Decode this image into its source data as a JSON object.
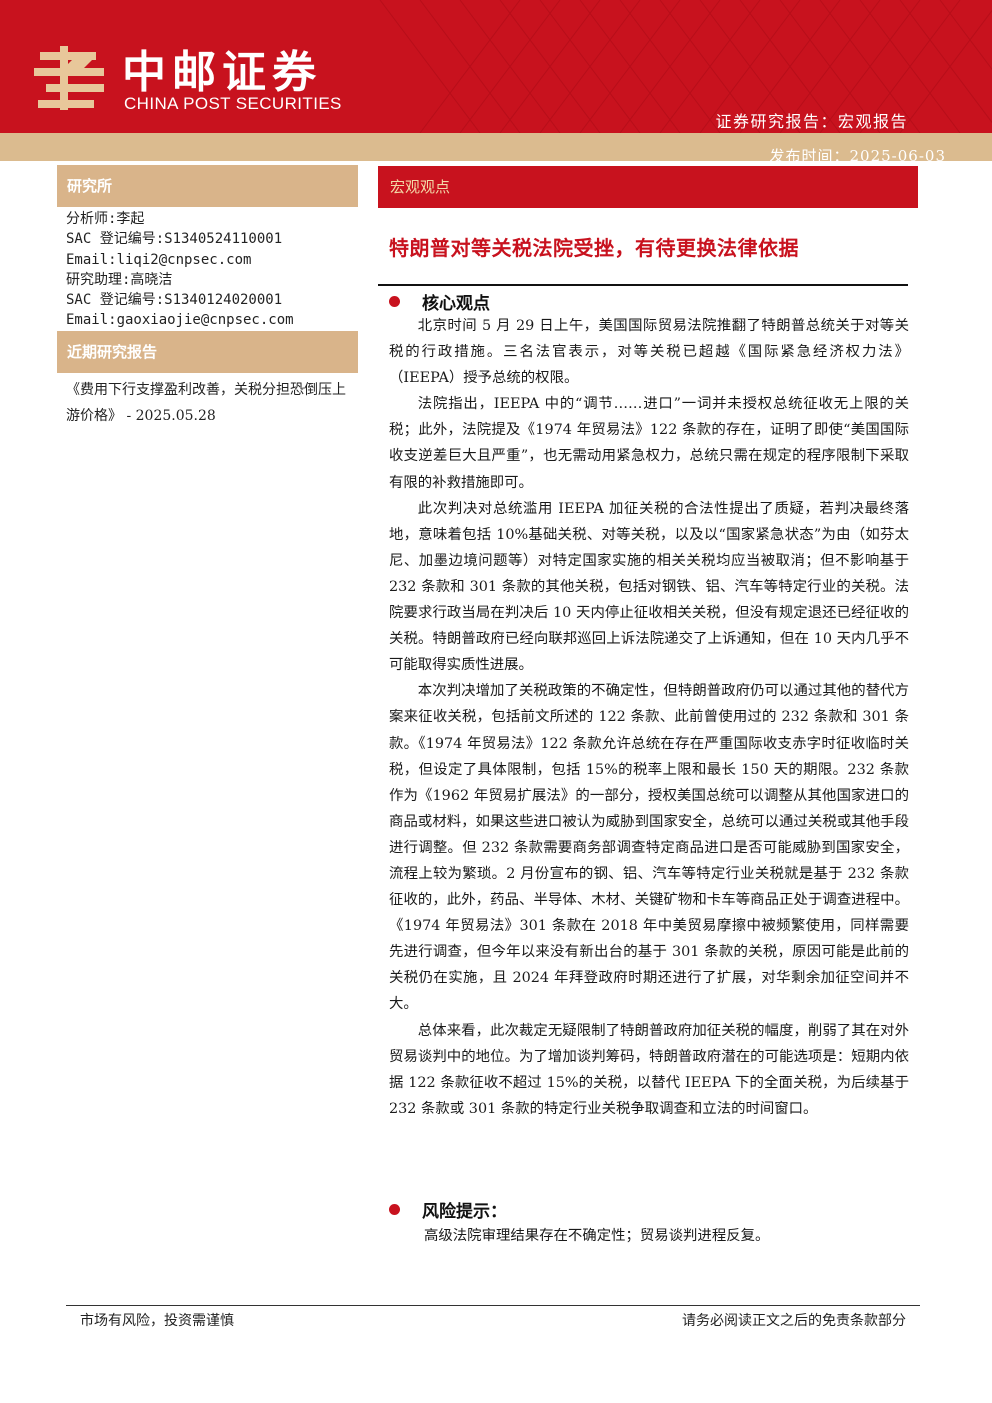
{
  "header": {
    "brand_cn": "中邮证券",
    "brand_en": "CHINA POST SECURITIES",
    "report_type": "证券研究报告：宏观报告",
    "publish_date": "发布时间：2025-06-03",
    "logo_icon": "china-post-logo-icon",
    "colors": {
      "brand_red": "#c8121e",
      "tan": "#dbbb8f"
    }
  },
  "sidebar": {
    "institute_heading": "研究所",
    "info_lines": [
      "分析师:李起",
      "SAC 登记编号:S1340524110001",
      "Email:liqi2@cnpsec.com",
      "研究助理:高晓洁",
      "SAC 登记编号:S1340124020001",
      "Email:gaoxiaojie@cnpsec.com"
    ],
    "recent_heading": "近期研究报告",
    "recent_report": "《费用下行支撑盈利改善，关税分担恐倒压上游价格》 - 2025.05.28"
  },
  "main": {
    "section_label": "宏观观点",
    "title": "特朗普对等关税法院受挫，有待更换法律依据",
    "core_heading": "核心观点",
    "paragraphs": [
      "北京时间 5 月 29 日上午，美国国际贸易法院推翻了特朗普总统关于对等关税的行政措施。三名法官表示，对等关税已超越《国际紧急经济权力法》（IEEPA）授予总统的权限。",
      "法院指出，IEEPA 中的“调节……进口”一词并未授权总统征收无上限的关税；此外，法院提及《1974 年贸易法》122 条款的存在，证明了即使“美国国际收支逆差巨大且严重”，也无需动用紧急权力，总统只需在规定的程序限制下采取有限的补救措施即可。",
      "此次判决对总统滥用 IEEPA 加征关税的合法性提出了质疑，若判决最终落地，意味着包括 10%基础关税、对等关税，以及以“国家紧急状态”为由（如芬太尼、加墨边境问题等）对特定国家实施的相关关税均应当被取消；但不影响基于 232 条款和 301 条款的其他关税，包括对钢铁、铝、汽车等特定行业的关税。法院要求行政当局在判决后 10 天内停止征收相关关税，但没有规定退还已经征收的关税。特朗普政府已经向联邦巡回上诉法院递交了上诉通知，但在 10 天内几乎不可能取得实质性进展。",
      "本次判决增加了关税政策的不确定性，但特朗普政府仍可以通过其他的替代方案来征收关税，包括前文所述的 122 条款、此前曾使用过的 232 条款和 301 条款。《1974 年贸易法》122 条款允许总统在存在严重国际收支赤字时征收临时关税，但设定了具体限制，包括 15%的税率上限和最长 150 天的期限。232 条款作为《1962 年贸易扩展法》的一部分，授权美国总统可以调整从其他国家进口的商品或材料，如果这些进口被认为威胁到国家安全，总统可以通过关税或其他手段进行调整。但 232 条款需要商务部调查特定商品进口是否可能威胁到国家安全，流程上较为繁琐。2 月份宣布的钢、铝、汽车等特定行业关税就是基于 232 条款征收的，此外，药品、半导体、木材、关键矿物和卡车等商品正处于调查进程中。《1974 年贸易法》301 条款在 2018 年中美贸易摩擦中被频繁使用，同样需要先进行调查，但今年以来没有新出台的基于 301 条款的关税，原因可能是此前的关税仍在实施，且 2024 年拜登政府时期还进行了扩展，对华剩余加征空间并不大。",
      "总体来看，此次裁定无疑限制了特朗普政府加征关税的幅度，削弱了其在对外贸易谈判中的地位。为了增加谈判筹码，特朗普政府潜在的可能选项是：短期内依据 122 条款征收不超过 15%的关税，以替代 IEEPA 下的全面关税，为后续基于 232 条款或 301 条款的特定行业关税争取调查和立法的时间窗口。"
    ],
    "risk_heading": "风险提示：",
    "risk_text": "高级法院审理结果存在不确定性；贸易谈判进程反复。"
  },
  "footer": {
    "left": "市场有风险，投资需谨慎",
    "right": "请务必阅读正文之后的免责条款部分"
  }
}
